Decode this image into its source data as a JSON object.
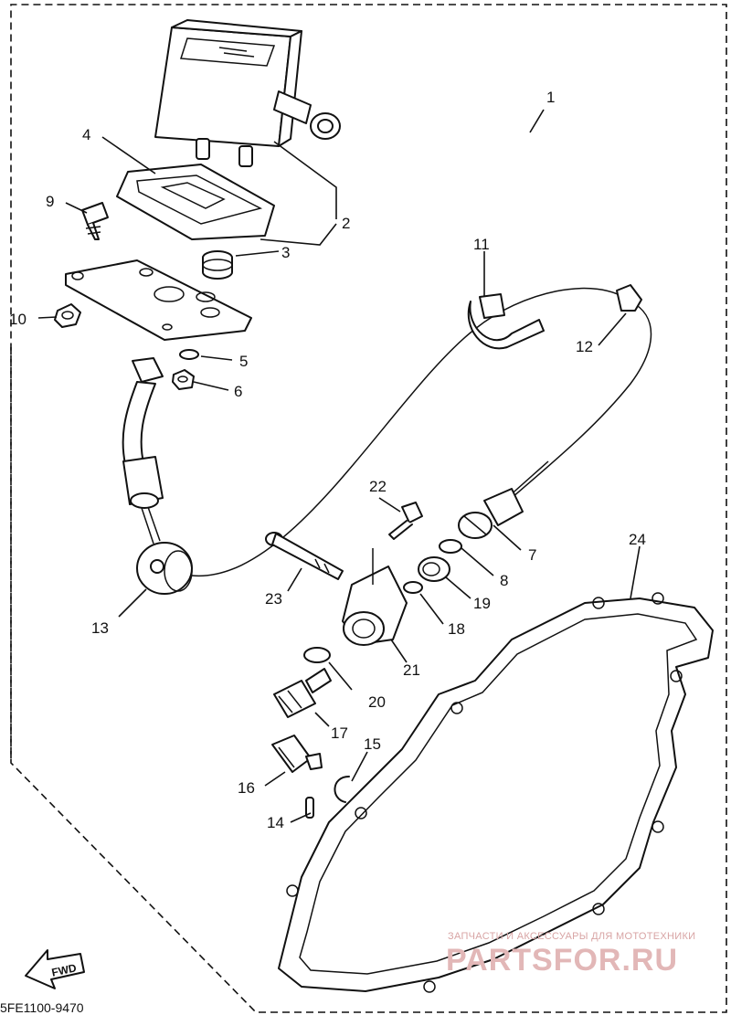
{
  "diagram": {
    "callouts": [
      {
        "id": "1",
        "label": "1"
      },
      {
        "id": "2",
        "label": "2"
      },
      {
        "id": "3",
        "label": "3"
      },
      {
        "id": "4",
        "label": "4"
      },
      {
        "id": "5",
        "label": "5"
      },
      {
        "id": "6",
        "label": "6"
      },
      {
        "id": "7",
        "label": "7"
      },
      {
        "id": "8",
        "label": "8"
      },
      {
        "id": "9",
        "label": "9"
      },
      {
        "id": "10",
        "label": "10"
      },
      {
        "id": "11",
        "label": "11"
      },
      {
        "id": "12",
        "label": "12"
      },
      {
        "id": "13",
        "label": "13"
      },
      {
        "id": "14",
        "label": "14"
      },
      {
        "id": "15",
        "label": "15"
      },
      {
        "id": "16",
        "label": "16"
      },
      {
        "id": "17",
        "label": "17"
      },
      {
        "id": "18",
        "label": "18"
      },
      {
        "id": "19",
        "label": "19"
      },
      {
        "id": "20",
        "label": "20"
      },
      {
        "id": "21",
        "label": "21"
      },
      {
        "id": "22",
        "label": "22"
      },
      {
        "id": "23",
        "label": "23"
      },
      {
        "id": "24",
        "label": "24"
      }
    ],
    "direction_label": "FWD",
    "drawing_code": "5FE1100-9470"
  },
  "watermark": {
    "tagline": "ЗАПЧАСТИ И АКСЕССУАРЫ ДЛЯ МОТОТЕХНИКИ",
    "brand": "PARTSFOR.RU",
    "color": "#e2b7b7"
  }
}
